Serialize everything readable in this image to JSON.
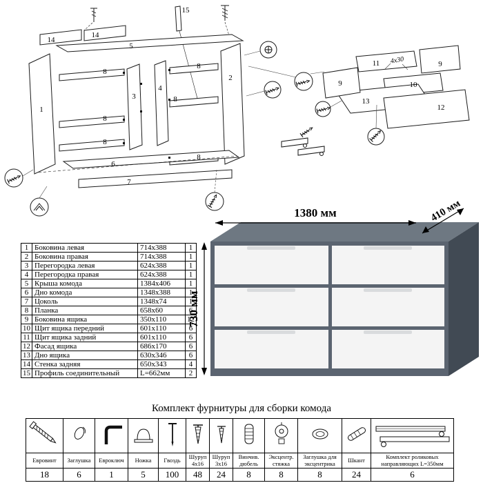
{
  "diagram": {
    "labels": {
      "n1": "1",
      "n2": "2",
      "n3": "3",
      "n4": "4",
      "n5": "5",
      "n6": "6",
      "n7": "7",
      "n8": "8",
      "n9": "9",
      "n10": "10",
      "n11": "11",
      "n12": "12",
      "n13": "13",
      "n14": "14",
      "n15": "15",
      "screw_size": "4x30"
    }
  },
  "render": {
    "width_label": "1380 мм",
    "depth_label": "410 мм",
    "height_label": "730 мм",
    "colors": {
      "front": "#5b6470",
      "top": "#6e7882",
      "side": "#414a54",
      "drawer": "#f4f4f4"
    }
  },
  "parts_table": {
    "rows": [
      {
        "num": "1",
        "name": "Боковина левая",
        "size": "714x388",
        "qty": "1"
      },
      {
        "num": "2",
        "name": "Боковина правая",
        "size": "714x388",
        "qty": "1"
      },
      {
        "num": "3",
        "name": "Перегородка левая",
        "size": "624x388",
        "qty": "1"
      },
      {
        "num": "4",
        "name": "Перегородка правая",
        "size": "624x388",
        "qty": "1"
      },
      {
        "num": "5",
        "name": "Крыша комода",
        "size": "1384x406",
        "qty": "1"
      },
      {
        "num": "6",
        "name": "Дно комода",
        "size": "1348x388",
        "qty": "1"
      },
      {
        "num": "7",
        "name": "Цоколь",
        "size": "1348x74",
        "qty": "1"
      },
      {
        "num": "8",
        "name": "Планка",
        "size": "658x60",
        "qty": "6"
      },
      {
        "num": "9",
        "name": "Боковина ящика",
        "size": "350x110",
        "qty": "12"
      },
      {
        "num": "10",
        "name": "Щит ящика передний",
        "size": "601x110",
        "qty": "6"
      },
      {
        "num": "11",
        "name": "Щит ящика задний",
        "size": "601x110",
        "qty": "6"
      },
      {
        "num": "12",
        "name": "Фасад ящика",
        "size": "686x170",
        "qty": "6"
      },
      {
        "num": "13",
        "name": "Дно ящика",
        "size": "630x346",
        "qty": "6"
      },
      {
        "num": "14",
        "name": "Стенка задняя",
        "size": "650x343",
        "qty": "4"
      },
      {
        "num": "15",
        "name": "Профиль соединительный",
        "size": "L=662мм",
        "qty": "2"
      }
    ]
  },
  "hardware": {
    "title": "Комплект фурнитуры для сборки комода",
    "items": [
      {
        "icon": "confirmat-screw-icon",
        "name": "Евровинт",
        "qty": "18"
      },
      {
        "icon": "cap-icon",
        "name": "Заглушка",
        "qty": "6"
      },
      {
        "icon": "hex-key-icon",
        "name": "Евроключ",
        "qty": "1"
      },
      {
        "icon": "foot-icon",
        "name": "Ножка",
        "qty": "5"
      },
      {
        "icon": "nail-icon",
        "name": "Гвоздь",
        "qty": "100"
      },
      {
        "icon": "screw-4x16-icon",
        "name": "Шуруп 4х16",
        "qty": "48"
      },
      {
        "icon": "screw-3x16-icon",
        "name": "Шуруп 3х16",
        "qty": "24"
      },
      {
        "icon": "dowel-screw-icon",
        "name": "Винчив. дюбель",
        "qty": "8"
      },
      {
        "icon": "cam-lock-icon",
        "name": "Эксцентр. стяжка",
        "qty": "8"
      },
      {
        "icon": "cam-cap-icon",
        "name": "Заглушка для эксцентрика",
        "qty": "8"
      },
      {
        "icon": "wood-dowel-icon",
        "name": "Шкант",
        "qty": "24"
      },
      {
        "icon": "drawer-slides-icon",
        "name": "Комплект роликовых направляющих L=350мм",
        "qty": "6"
      }
    ]
  }
}
